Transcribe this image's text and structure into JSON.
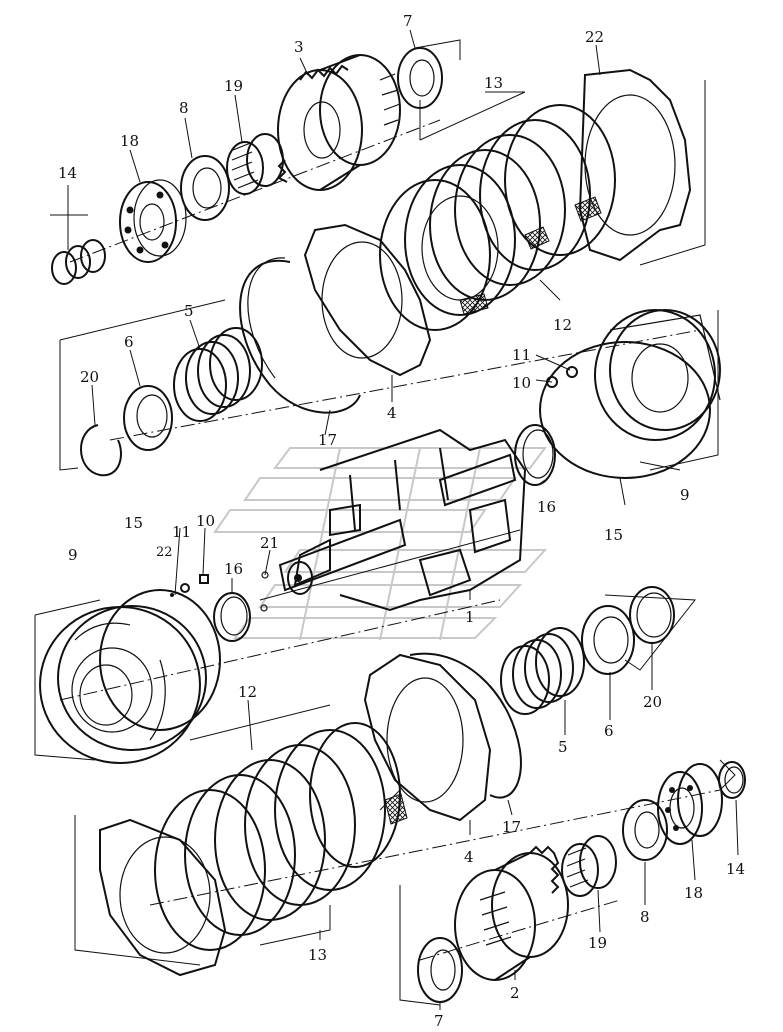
{
  "callouts_upper": [
    "14",
    "18",
    "8",
    "19",
    "3",
    "7",
    "13",
    "22",
    "12",
    "11",
    "10",
    "9",
    "15",
    "16",
    "1",
    "17",
    "4",
    "5",
    "6",
    "20"
  ],
  "callouts_lower": [
    "9",
    "15",
    "22",
    "11",
    "10",
    "16",
    "21",
    "12",
    "13",
    "4",
    "17",
    "5",
    "6",
    "20",
    "7",
    "2",
    "19",
    "8",
    "18",
    "14"
  ],
  "icons": [
    "watermark-logo",
    "clutch-plate",
    "bearing",
    "snap-ring",
    "gear",
    "shaft"
  ],
  "colors": {
    "ink": "#111111",
    "background": "#ffffff",
    "watermark": "#c8c8c8"
  }
}
